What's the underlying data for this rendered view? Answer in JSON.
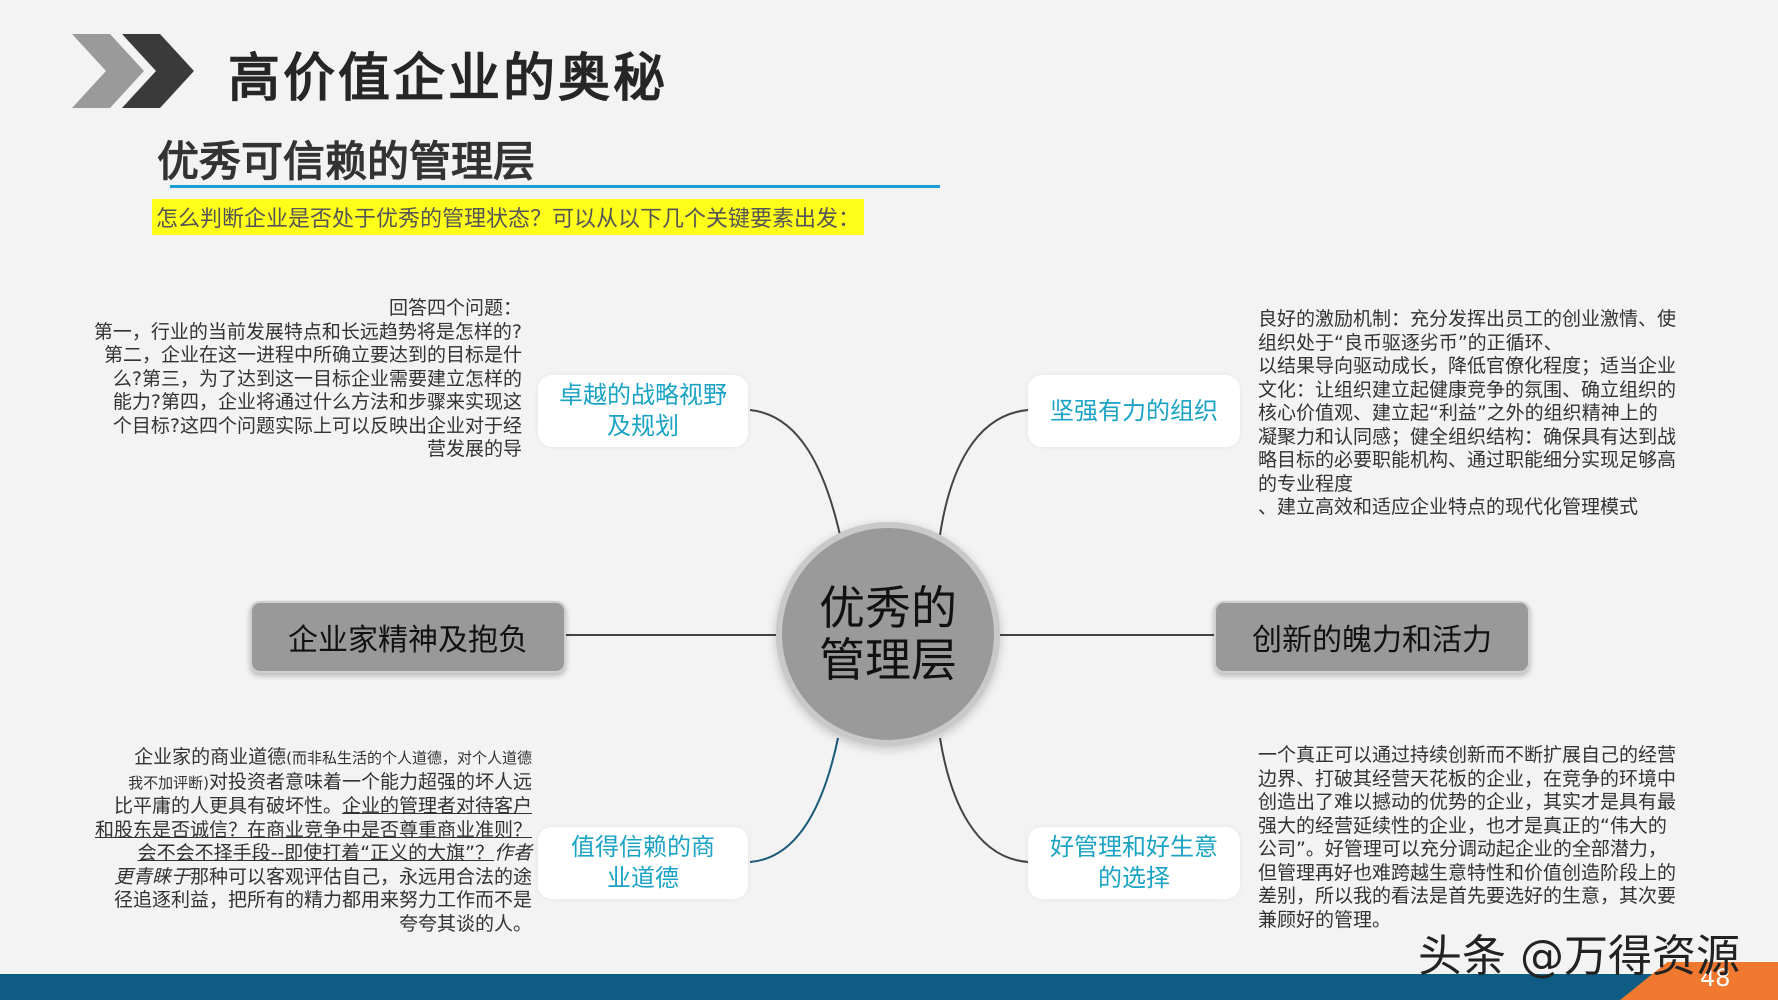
{
  "header": {
    "title": "高价值企业的奥秘",
    "subtitle": "优秀可信赖的管理层",
    "question": "怎么判断企业是否处于优秀的管理状态？可以从以下几个关键要素出发："
  },
  "center": {
    "line1": "优秀的",
    "line2": "管理层"
  },
  "nodes": {
    "strategy": {
      "line1": "卓越的战略视野",
      "line2": "及规划"
    },
    "organization": {
      "label": "坚强有力的组织"
    },
    "entrepreneur": {
      "label": "企业家精神及抱负"
    },
    "innovation": {
      "label": "创新的魄力和活力"
    },
    "ethics": {
      "line1": "值得信赖的商",
      "line2": "业道德"
    },
    "business": {
      "line1": "好管理和好生意",
      "line2": "的选择"
    }
  },
  "texts": {
    "strategy": [
      "回答四个问题：",
      "第一，行业的当前发展特点和长远趋势将是怎样的?",
      "第二，企业在这一进程中所确立要达到的目标是什",
      "么?第三，为了达到这一目标企业需要建立怎样的",
      "能力?第四，企业将通过什么方法和步骤来实现这",
      "个目标?这四个问题实际上可以反映出企业对于经",
      "营发展的导"
    ],
    "organization": [
      "良好的激励机制：充分发挥出员工的创业激情、使",
      "组织处于“良币驱逐劣币”的正循环、",
      "以结果导向驱动成长，降低官僚化程度；适当企业",
      "文化：让组织建立起健康竞争的氛围、确立组织的",
      "核心价值观、建立起“利益”之外的组织精神上的",
      "凝聚力和认同感；健全组织结构：确保具有达到战",
      "略目标的必要职能机构、通过职能细分实现足够高",
      "的专业程度",
      "、建立高效和适应企业特点的现代化管理模式"
    ],
    "ethics": {
      "l1a": "企业家的商业道德",
      "l1b": "(而非私生活的个人道德，对个人道德",
      "l2a": "我不加评断)",
      "l2b": "对投资者意味着一个能力超强的坏人远",
      "l3": "比平庸的人更具有破坏性。",
      "l3u": "企业的管理者对待客户",
      "l4": "和股东是否诚信？在商业竞争中是否尊重商业准则？",
      "l5a": "会不会不择手段--即使打着“正义的大旗”？",
      "l5b": "作者",
      "l6a": "更青睐于",
      "l6b": "那种可以客观评估自己，永远用合法的途",
      "l7": "径追逐利益，把所有的精力都用来努力工作而不是",
      "l8": "夸夸其谈的人。"
    },
    "business": [
      "一个真正可以通过持续创新而不断扩展自己的经营",
      "边界、打破其经营天花板的企业，在竞争的环境中",
      "创造出了难以撼动的优势的企业，其实才是具有最",
      "强大的经营延续性的企业，也才是真正的“伟大的",
      "公司”。好管理可以充分调动起企业的全部潜力，",
      "但管理再好也难跨越生意特性和价值创造阶段上的",
      "差别，所以我的看法是首先要选好的生意，其次要",
      "兼顾好的管理。"
    ]
  },
  "footer": {
    "watermark": "头条 @万得资源",
    "page": "48"
  },
  "colors": {
    "accent_cyan": "#1aa3c4",
    "underline_blue": "#1a9dd8",
    "highlight": "#ffff1a",
    "bar": "#0e5c84",
    "orange": "#f0782f"
  }
}
